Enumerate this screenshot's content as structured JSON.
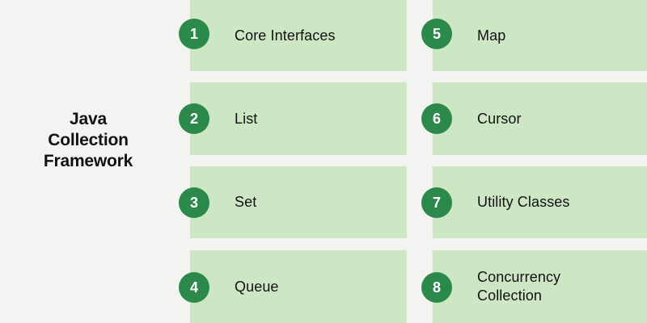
{
  "title": {
    "lines": [
      "Java",
      "Collection",
      "Framework"
    ]
  },
  "colors": {
    "background": "#f3f3f1",
    "card_fill": "#cde7c4",
    "badge_fill": "#2b8a4b",
    "badge_text": "#ffffff",
    "label_text": "#121212",
    "title_text": "#111111"
  },
  "columns": [
    {
      "name": "left",
      "items": [
        {
          "number": "1",
          "label": "Core Interfaces"
        },
        {
          "number": "2",
          "label": "List"
        },
        {
          "number": "3",
          "label": "Set"
        },
        {
          "number": "4",
          "label": "Queue"
        }
      ]
    },
    {
      "name": "right",
      "items": [
        {
          "number": "5",
          "label": "Map"
        },
        {
          "number": "6",
          "label": "Cursor"
        },
        {
          "number": "7",
          "label": "Utility Classes"
        },
        {
          "number": "8",
          "label": "Concurrency\nCollection"
        }
      ]
    }
  ]
}
